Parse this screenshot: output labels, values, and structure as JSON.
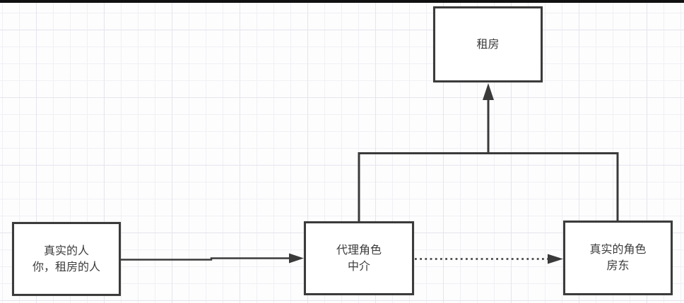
{
  "window": {
    "top_edge_bar_color": "#101010"
  },
  "diagram": {
    "type": "flow-diagram",
    "description_domain": "proxy-pattern-renting-analogy",
    "nodes": {
      "rent": {
        "lines": [
          "租房"
        ]
      },
      "real_person": {
        "lines": [
          "真实的人",
          "你，租房的人"
        ]
      },
      "proxy": {
        "lines": [
          "代理角色",
          "中介"
        ]
      },
      "real_role": {
        "lines": [
          "真实的角色",
          "房东"
        ]
      }
    },
    "edges": [
      {
        "from": "real_person",
        "to": "proxy",
        "style": "solid",
        "arrow": "right"
      },
      {
        "from": "proxy",
        "to": "real_role",
        "style": "dotted",
        "arrow": "right"
      },
      {
        "from": "proxy_and_real_role",
        "to": "rent",
        "style": "solid",
        "arrow": "up",
        "shape": "merged-tree-connector"
      }
    ],
    "colors": {
      "node_border": "#3b3b3b",
      "node_fill": "#ffffff",
      "edge": "#3a3a3a",
      "text": "#3c3c3c",
      "background": "#fdfdfe",
      "grid_minor": "#f0f0f5",
      "grid_major": "#e4e4ec"
    }
  }
}
